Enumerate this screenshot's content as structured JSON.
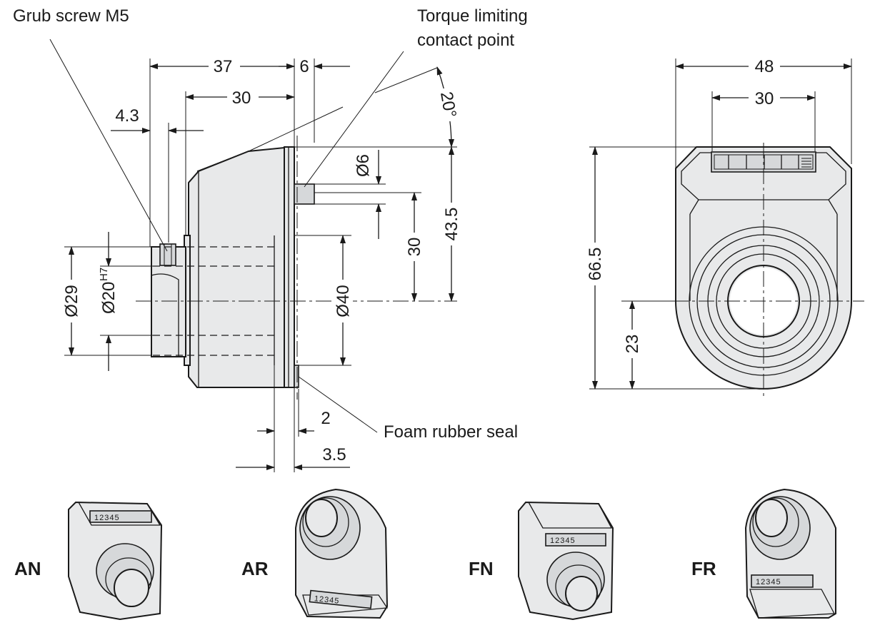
{
  "labels": {
    "grub_screw": "Grub screw M5",
    "torque_line1": "Torque limiting",
    "torque_line2": "contact point",
    "foam_seal": "Foam rubber seal"
  },
  "dimensions": {
    "d37": "37",
    "d6": "6",
    "d30_top": "30",
    "d4_3": "4.3",
    "angle20": "20°",
    "dia6": "Ø6",
    "d43_5": "43.5",
    "d30_vert": "30",
    "dia40": "Ø40",
    "dia29": "Ø29",
    "dia20": "Ø20",
    "dia20_tol": "H7",
    "d2": "2",
    "d3_5": "3.5",
    "d48": "48",
    "d30_front": "30",
    "d66_5": "66.5",
    "d23": "23"
  },
  "counter_digits": "12345",
  "variants": [
    {
      "code": "AN"
    },
    {
      "code": "AR"
    },
    {
      "code": "FN"
    },
    {
      "code": "FR"
    }
  ],
  "colors": {
    "line": "#1a1a1a",
    "fill": "#e8e9ea",
    "background": "#ffffff"
  }
}
